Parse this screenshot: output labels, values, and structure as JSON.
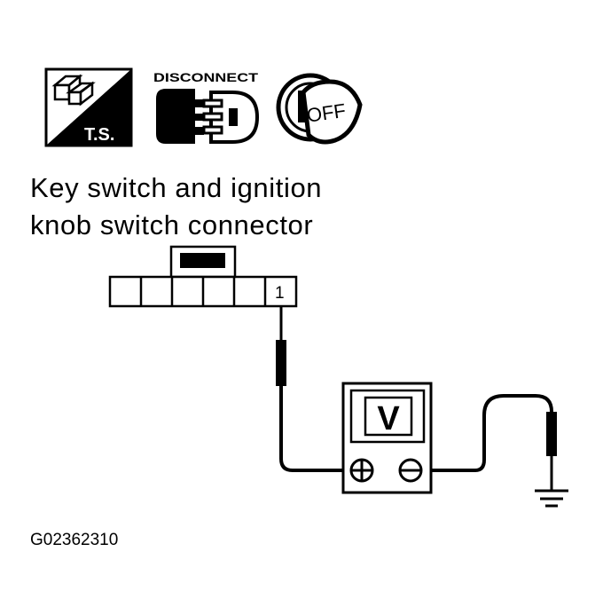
{
  "icons": {
    "ts_label": "T.S.",
    "disconnect_label": "DISCONNECT",
    "off_label": "OFF"
  },
  "caption": {
    "line1": "Key switch and ignition",
    "line2": "knob switch connector"
  },
  "connector": {
    "pin_label": "1"
  },
  "meter": {
    "label": "V",
    "positive_symbol": "⊕",
    "negative_symbol": "⊖"
  },
  "figure_id": "G02362310"
}
